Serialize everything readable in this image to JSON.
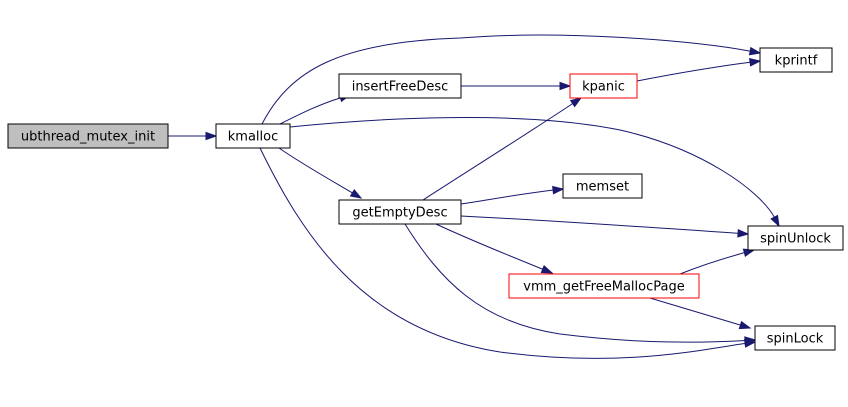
{
  "call_graph": {
    "nodes": [
      {
        "id": "ubthread_mutex_init",
        "label": "ubthread_mutex_init",
        "style": "root"
      },
      {
        "id": "kmalloc",
        "label": "kmalloc",
        "style": "normal"
      },
      {
        "id": "insertFreeDesc",
        "label": "insertFreeDesc",
        "style": "normal"
      },
      {
        "id": "kpanic",
        "label": "kpanic",
        "style": "incomplete"
      },
      {
        "id": "kprintf",
        "label": "kprintf",
        "style": "normal"
      },
      {
        "id": "getEmptyDesc",
        "label": "getEmptyDesc",
        "style": "normal"
      },
      {
        "id": "memset",
        "label": "memset",
        "style": "normal"
      },
      {
        "id": "spinUnlock",
        "label": "spinUnlock",
        "style": "normal"
      },
      {
        "id": "vmm_getFreeMallocPage",
        "label": "vmm_getFreeMallocPage",
        "style": "incomplete"
      },
      {
        "id": "spinLock",
        "label": "spinLock",
        "style": "normal"
      }
    ],
    "edges": [
      {
        "from": "ubthread_mutex_init",
        "to": "kmalloc"
      },
      {
        "from": "kmalloc",
        "to": "insertFreeDesc"
      },
      {
        "from": "kmalloc",
        "to": "kprintf"
      },
      {
        "from": "kmalloc",
        "to": "getEmptyDesc"
      },
      {
        "from": "kmalloc",
        "to": "spinUnlock"
      },
      {
        "from": "kmalloc",
        "to": "spinLock"
      },
      {
        "from": "insertFreeDesc",
        "to": "kpanic"
      },
      {
        "from": "kpanic",
        "to": "kprintf"
      },
      {
        "from": "getEmptyDesc",
        "to": "kpanic"
      },
      {
        "from": "getEmptyDesc",
        "to": "memset"
      },
      {
        "from": "getEmptyDesc",
        "to": "spinUnlock"
      },
      {
        "from": "getEmptyDesc",
        "to": "vmm_getFreeMallocPage"
      },
      {
        "from": "getEmptyDesc",
        "to": "spinLock"
      },
      {
        "from": "vmm_getFreeMallocPage",
        "to": "spinUnlock"
      },
      {
        "from": "vmm_getFreeMallocPage",
        "to": "spinLock"
      }
    ]
  },
  "colors": {
    "edge": "#191970",
    "root_fill": "#bfbfbf",
    "normal_border": "#000000",
    "incomplete_border": "#ff0000",
    "node_fill": "#ffffff"
  }
}
